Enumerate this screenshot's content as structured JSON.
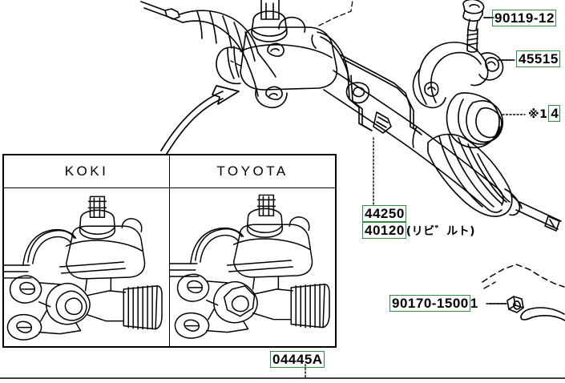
{
  "diagram": {
    "title": "Power steering gear assembly exploded parts diagram",
    "accent_box_color": "#2f8f3f",
    "line_color": "#000000",
    "background_color": "#ffffff"
  },
  "callouts": [
    {
      "id": "bolt",
      "name": "callout-90119-12",
      "boxed_text": "90119-12",
      "trailing_text": "",
      "note": ""
    },
    {
      "id": "bracket",
      "name": "callout-45515",
      "boxed_text": "45515",
      "trailing_text": "",
      "note": ""
    },
    {
      "id": "bushing",
      "name": "callout-bushing",
      "prefix": "※1",
      "boxed_text": "4",
      "trailing_text": "",
      "note": ""
    },
    {
      "id": "rack",
      "name": "callout-44250-40120",
      "line1_boxed": "44250",
      "line2_boxed": "40120",
      "line2_suffix": "(リビ゛ルト)",
      "note": ""
    },
    {
      "id": "nut",
      "name": "callout-90170-15001",
      "boxed_text": "90170-1500",
      "trailing_text": "1",
      "note": ""
    },
    {
      "id": "gearkit",
      "name": "callout-04445A",
      "boxed_text": "04445A",
      "trailing_text": "",
      "note": ""
    }
  ],
  "inset": {
    "name": "manufacturer-comparison-panel",
    "columns": [
      {
        "header": "KOKI",
        "illustration": "steering-gear-valve-body-koki"
      },
      {
        "header": "TOYOTA",
        "illustration": "steering-gear-valve-body-toyota"
      }
    ]
  },
  "annotations": {
    "rotation_arrow": "curved-arrow-up-right",
    "leader_style": "dotted"
  }
}
